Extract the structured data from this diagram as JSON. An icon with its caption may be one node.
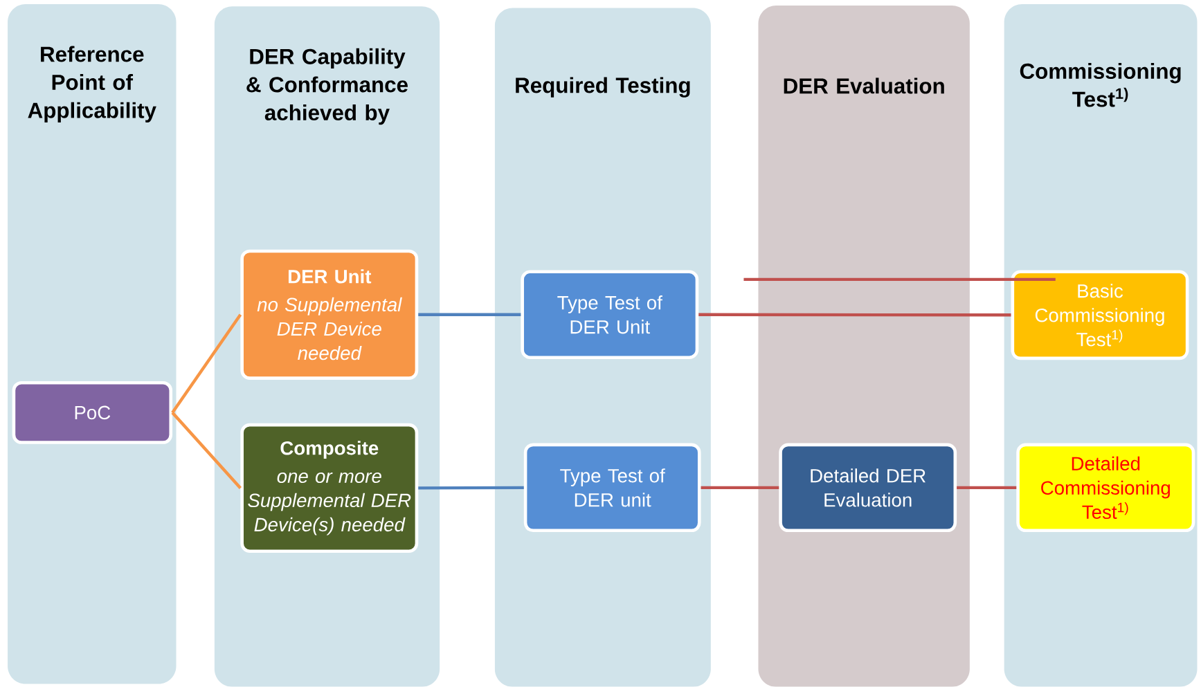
{
  "diagram": {
    "nodes": [
      {
        "text": [
          "Reference Point of Applicability"
        ]
      },
      {
        "text": [
          "PoC"
        ],
        "in": 0
      },
      {
        "text": [
          "DER Capability & Conformance achieved by"
        ]
      },
      {
        "text": [
          "DER Unit",
          "no Supplemental DER Device needed"
        ],
        "in": 2
      },
      {
        "text": [
          "Composite",
          "one or more Supplemental DER Device(s) needed"
        ],
        "in": 2
      },
      {
        "text": [
          "Required Testing"
        ]
      },
      {
        "text": [
          "Type Test of DER Unit"
        ],
        "in": 5
      },
      {
        "text": [
          "Type Test of DER unit"
        ],
        "in": 5
      },
      {
        "text": [
          "DER Evaluation"
        ]
      },
      {
        "text": [
          "Detailed DER Evaluation"
        ],
        "in": 8
      },
      {
        "text": [
          "Commissioning Test$^{1)}$"
        ]
      },
      {
        "text": [
          "Basic Commissioning Test$^{1)}$"
        ],
        "in": 10
      },
      {
        "text": [
          "Detailed Commissioning Test$^{1)}$"
        ],
        "in": 10
      }
    ],
    "edges": [
      {
        "from": 1,
        "to": 3,
        "arrow": "none",
        "color": "#f79646"
      },
      {
        "from": 1,
        "to": 4,
        "arrow": "none",
        "color": "#f79646"
      },
      {
        "from": 3,
        "to": 6,
        "arrow": "none",
        "color": "#4f81bd"
      },
      {
        "from": 4,
        "to": 7,
        "arrow": "none",
        "color": "#4f81bd"
      },
      {
        "from": 6,
        "to": 11,
        "arrow": "none"
      },
      {
        "from": 7,
        "to": 9,
        "arrow": "none"
      },
      {
        "from": 9,
        "to": 12,
        "arrow": "none"
      }
    ]
  }
}
